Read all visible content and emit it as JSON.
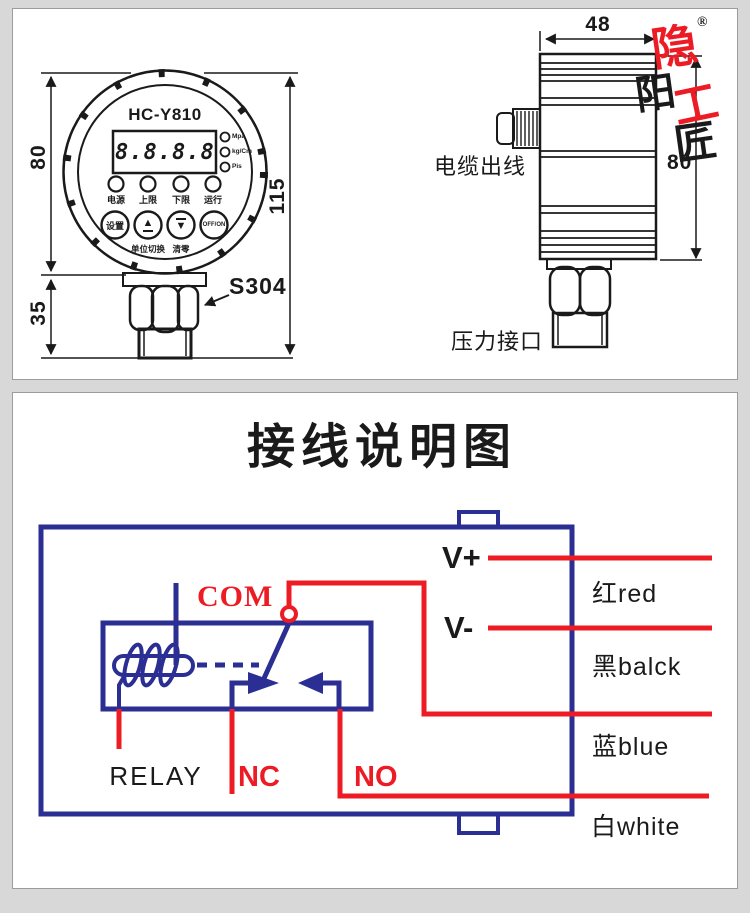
{
  "colors": {
    "red": "#ed1c24",
    "blue": "#2b2e92",
    "ink": "#1a1a1a"
  },
  "top_panel": {
    "front_view": {
      "model": "HC-Y810",
      "display": "8.8.8.8",
      "units": [
        "Mpa",
        "kg/Cm",
        "Pis"
      ],
      "status": [
        "电源",
        "上限",
        "下限",
        "运行"
      ],
      "buttons": [
        "设置",
        "▲",
        "▼",
        "OFF/ON"
      ],
      "sublabels": [
        "单位切换",
        "清零"
      ],
      "dims": {
        "dial": "80",
        "total": "115",
        "fitting": "35"
      },
      "material": "S304"
    },
    "side_view": {
      "dims": {
        "width": "48",
        "height": "80"
      },
      "cable_outlet": "电缆出线",
      "pressure_port": "压力接口",
      "logo": [
        "隐",
        "阳",
        "工",
        "匠"
      ],
      "reg": "®"
    }
  },
  "wiring_panel": {
    "title": "接线说明图",
    "com": "COM",
    "relay": "RELAY",
    "nc": "NC",
    "no": "NO",
    "v_plus": "V+",
    "v_minus": "V-",
    "wires": [
      "红red",
      "黑balck",
      "蓝blue",
      "白white"
    ]
  }
}
